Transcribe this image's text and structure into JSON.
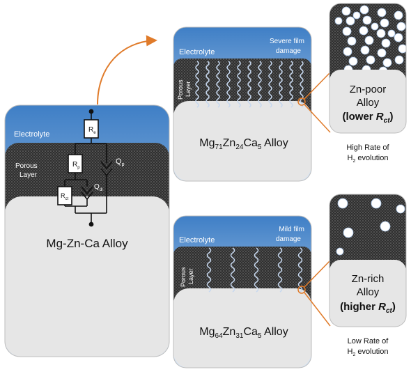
{
  "left_panel": {
    "electrolyte": "Electrolyte",
    "porous_line1": "Porous",
    "porous_line2": "Layer",
    "alloy": "Mg-Zn-Ca Alloy",
    "circuit": {
      "r_e": "R",
      "r_e_sub": "e",
      "r_p": "R",
      "r_p_sub": "p",
      "r_ct": "R",
      "r_ct_sub": "ct",
      "q_p": "Q",
      "q_p_sub": "p",
      "q_dl": "Q",
      "q_dl_sub": "dl"
    }
  },
  "top_panel": {
    "electrolyte": "Electrolyte",
    "damage_line1": "Severe film",
    "damage_line2": "damage",
    "porous_line1": "Porous",
    "porous_line2": "Layer",
    "alloy_parts": [
      "Mg",
      "71",
      "Zn",
      "24",
      "Ca",
      "5",
      " Alloy"
    ]
  },
  "bottom_panel": {
    "electrolyte": "Electrolyte",
    "damage_line1": "Mild film",
    "damage_line2": "damage",
    "porous_line1": "Porous",
    "porous_line2": "Layer",
    "alloy_parts": [
      "Mg",
      "64",
      "Zn",
      "31",
      "Ca",
      "5",
      " Alloy"
    ]
  },
  "top_zoom": {
    "line1": "Zn-poor",
    "line2": "Alloy",
    "line3_pre": "(lower ",
    "line3_r": "R",
    "line3_sub": "ct",
    "line3_post": ")",
    "caption1": "High Rate of",
    "caption2_pre": "H",
    "caption2_sub": "2",
    "caption2_post": " evolution"
  },
  "bottom_zoom": {
    "line1": "Zn-rich",
    "line2": "Alloy",
    "line3_pre": "(higher ",
    "line3_r": "R",
    "line3_sub": "ct",
    "line3_post": ")",
    "caption1": "Low Rate of",
    "caption2_pre": "H",
    "caption2_sub": "2",
    "caption2_post": " evolution"
  },
  "colors": {
    "arrow": "#e07b2a",
    "electrolyte_top": "#3f7fc6",
    "electrolyte_bottom": "#dbe8f6",
    "porous": "#3a3a3a",
    "alloy": "#e6e6e6",
    "wave": "#c7d8ef"
  }
}
